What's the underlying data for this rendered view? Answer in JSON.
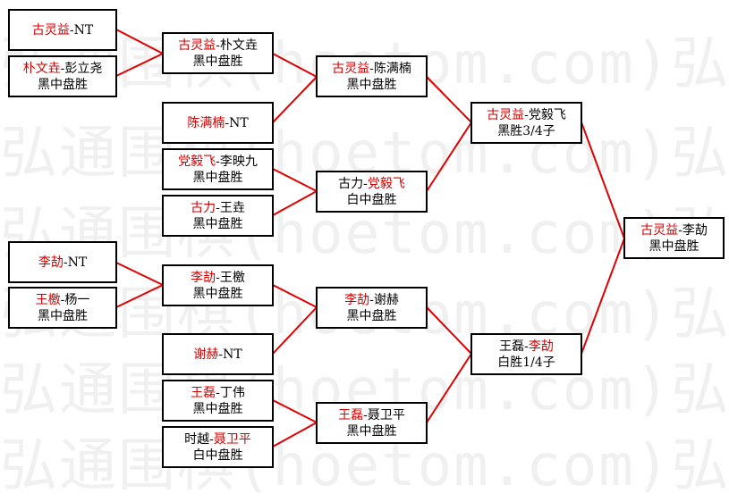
{
  "watermark_text": "弘通围棋(hoetom.com)弘通围棋",
  "colors": {
    "line": "#e00000",
    "winner": "#d40000",
    "border": "#000000"
  },
  "matches": {
    "r1_1": {
      "a": "古灵益",
      "b": "NT",
      "winner": "a",
      "result": ""
    },
    "r1_2": {
      "a": "朴文垚",
      "b": "彭立尧",
      "winner": "a",
      "result": "黑中盘胜"
    },
    "r1_3": {
      "a": "陈满楠",
      "b": "NT",
      "winner": "a",
      "result": ""
    },
    "r1_4": {
      "a": "李劼",
      "b": "NT",
      "winner": "a",
      "result": ""
    },
    "r1_5": {
      "a": "王檄",
      "b": "杨一",
      "winner": "a",
      "result": "黑中盘胜"
    },
    "r1_6": {
      "a": "谢赫",
      "b": "NT",
      "winner": "a",
      "result": ""
    },
    "r2_1": {
      "a": "古灵益",
      "b": "朴文垚",
      "winner": "a",
      "result": "黑中盘胜"
    },
    "r2_2": {
      "a": "党毅飞",
      "b": "李映九",
      "winner": "a",
      "result": "黑中盘胜"
    },
    "r2_3": {
      "a": "古力",
      "b": "王垚",
      "winner": "a",
      "result": "黑中盘胜"
    },
    "r2_4": {
      "a": "李劼",
      "b": "王檄",
      "winner": "a",
      "result": "黑中盘胜"
    },
    "r2_5": {
      "a": "王磊",
      "b": "丁伟",
      "winner": "a",
      "result": "黑中盘胜"
    },
    "r2_6": {
      "a": "时越",
      "b": "聂卫平",
      "winner": "b",
      "result": "白中盘胜"
    },
    "r3_1": {
      "a": "古灵益",
      "b": "陈满楠",
      "winner": "a",
      "result": "黑中盘胜"
    },
    "r3_2": {
      "a": "古力",
      "b": "党毅飞",
      "winner": "b",
      "result": "白中盘胜"
    },
    "r3_3": {
      "a": "李劼",
      "b": "谢赫",
      "winner": "a",
      "result": "黑中盘胜"
    },
    "r3_4": {
      "a": "王磊",
      "b": "聂卫平",
      "winner": "a",
      "result": "黑中盘胜"
    },
    "r4_1": {
      "a": "古灵益",
      "b": "党毅飞",
      "winner": "a",
      "result": "黑胜3/4子"
    },
    "r4_2": {
      "a": "王磊",
      "b": "李劼",
      "winner": "b",
      "result": "白胜1/4子"
    },
    "final": {
      "a": "古灵益",
      "b": "李劼",
      "winner": "a",
      "result": "黑中盘胜"
    }
  }
}
